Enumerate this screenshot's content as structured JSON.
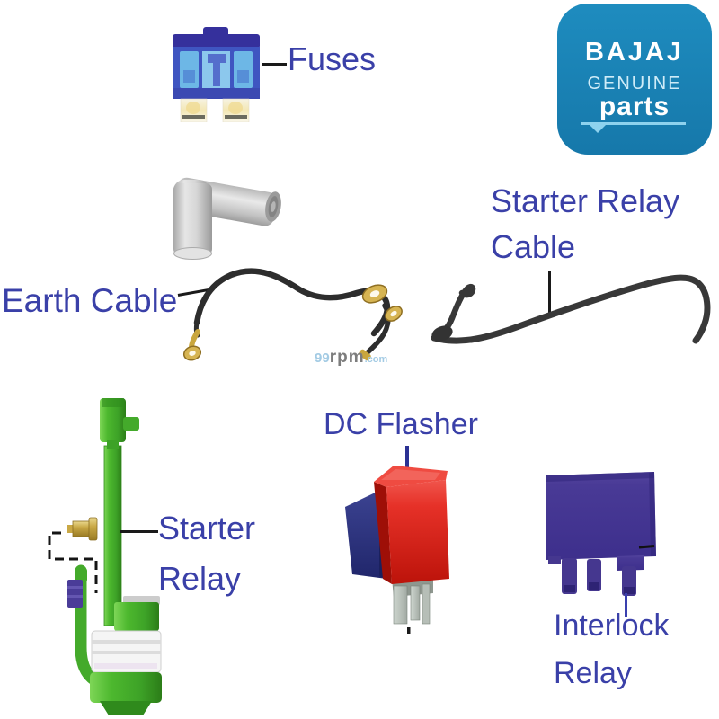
{
  "figure": {
    "background": "#ffffff",
    "logo": {
      "brand": "BAJAJ",
      "genuine": "GENUINE",
      "parts": "parts"
    },
    "labels": {
      "fuses": "Fuses",
      "starter_relay_cable_1": "Starter Relay",
      "starter_relay_cable_2": "Cable",
      "earth_cable": "Earth Cable",
      "starter_relay_1": "Starter",
      "starter_relay_2": "Relay",
      "dc_flasher": "DC Flasher",
      "interlock_relay_1": "Interlock",
      "interlock_relay_2": "Relay"
    },
    "watermark": {
      "num": "99",
      "rpm": "rpm",
      "dotcom": ".com"
    },
    "part_images": [
      "blade-fuse",
      "spark-plug-cap",
      "earth-cable",
      "starter-relay-cable",
      "starter-relay",
      "dc-flasher",
      "interlock-relay"
    ],
    "colors": {
      "label_text": "#3a40a8",
      "brand_badge_blue": "#1a82b6",
      "fuse_blue": "#3f55c1",
      "relay_green": "#44aa2b",
      "flasher_red": "#d8190f",
      "flasher_navy": "#2c327f",
      "interlock_purple": "#463896",
      "cable_black": "#2d2d2d",
      "brass_gold": "#c9a63d",
      "pointer_black": "#1a1a1a",
      "pointer_blue": "#2b3193",
      "watermark_blue": "#a3cbe4",
      "watermark_grey": "#7d7d7d"
    }
  }
}
